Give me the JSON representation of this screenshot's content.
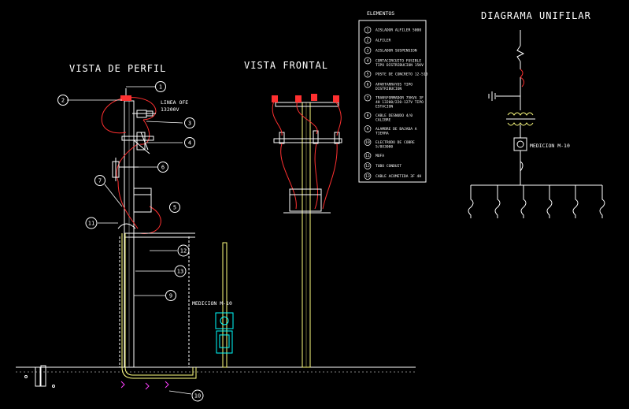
{
  "titles": {
    "profile": "VISTA DE PERFIL",
    "front": "VISTA FRONTAL",
    "unifilar": "DIAGRAMA UNIFILAR"
  },
  "labels": {
    "line_name": "LINEA OFE",
    "line_voltage": "13200V",
    "meter_profile": "MEDICION M-10",
    "meter_unifilar": "MEDICION M-10"
  },
  "callouts": [
    "1",
    "2",
    "3",
    "4",
    "5",
    "6",
    "7",
    "9",
    "10",
    "11",
    "12",
    "13"
  ],
  "legend": {
    "title": "ELEMENTOS",
    "items": [
      {
        "num": "1",
        "text": "AISLADOR ALFILER 5000"
      },
      {
        "num": "2",
        "text": "ALFILER"
      },
      {
        "num": "3",
        "text": "AISLADOR SUSPENSION"
      },
      {
        "num": "4",
        "text": "CORTACIRCUITO FUSIBLE TIPO DISTRIBUCION 15KV"
      },
      {
        "num": "5",
        "text": "POSTE DE CONCRETO 12-510"
      },
      {
        "num": "6",
        "text": "APARTARRAYOS TIPO DISTRIBUCION"
      },
      {
        "num": "7",
        "text": "TRANSFORMADOR 75KVA 3F 4H 13200/220-127V TIPO ESTACION"
      },
      {
        "num": "8",
        "text": "CABLE DESNUDO 4/0 CALIBRE"
      },
      {
        "num": "9",
        "text": "ALAMBRE DE BAJADA A TIERRA"
      },
      {
        "num": "10",
        "text": "ELECTRODO DE COBRE 5/8X3000"
      },
      {
        "num": "11",
        "text": "MUFA"
      },
      {
        "num": "12",
        "text": "TUBO CONDUIT"
      },
      {
        "num": "13",
        "text": "CABLE ACOMETIDA 3F 4H"
      }
    ]
  },
  "colors": {
    "background": "#000000",
    "lines": "#ffffff",
    "pole": "#ffff80",
    "wire": "#ff3030",
    "meter": "#00ffff",
    "ground": "#ff40ff"
  }
}
